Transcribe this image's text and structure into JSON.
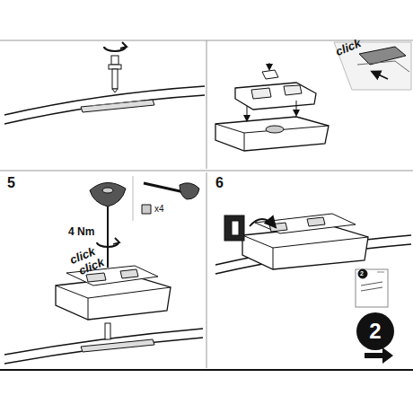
{
  "diagram": {
    "nodes": [
      {
        "text": [
          "2"
        ]
      }
    ],
    "labels": [
      "click",
      "5",
      "x4",
      "4 Nm",
      "click",
      "click",
      "6",
      "2"
    ]
  }
}
